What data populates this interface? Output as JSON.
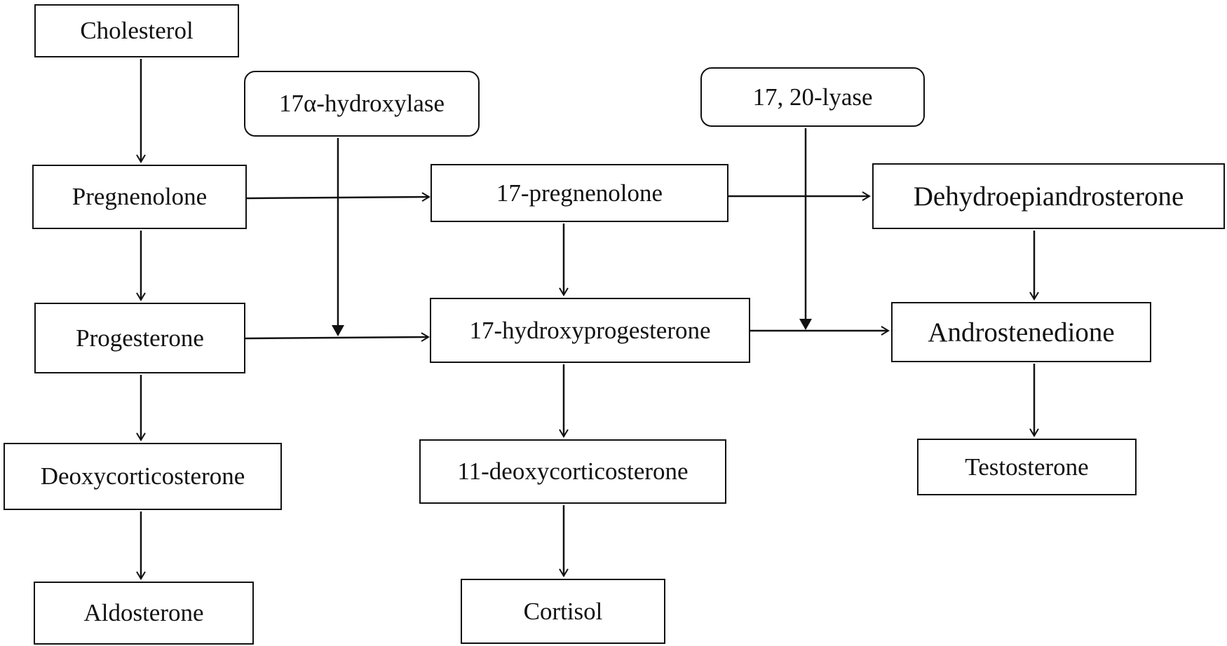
{
  "nodes": {
    "cholesterol": "Cholesterol",
    "pregnenolone": "Pregnenolone",
    "progesterone": "Progesterone",
    "deoxycorticosterone": "Deoxycorticosterone",
    "aldosterone": "Aldosterone",
    "hydroxylase": "17α-hydroxylase",
    "pregnenolone_17": "17-pregnenolone",
    "hydroxyprogesterone_17": "17-hydroxyprogesterone",
    "deoxycorticosterone_11": "11-deoxycorticosterone",
    "cortisol": "Cortisol",
    "lyase": "17, 20-lyase",
    "dhea": "Dehydroepiandrosterone",
    "androstenedione": "Androstenedione",
    "testosterone": "Testosterone"
  },
  "colors": {
    "stroke": "#111111",
    "background": "#ffffff"
  }
}
